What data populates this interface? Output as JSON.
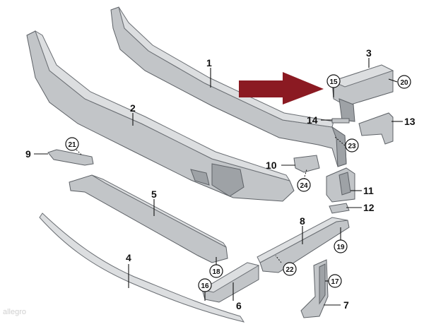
{
  "labels": {
    "l1": "1",
    "l2": "2",
    "l3": "3",
    "l4": "4",
    "l5": "5",
    "l6": "6",
    "l7": "7",
    "l8": "8",
    "l9": "9",
    "l10": "10",
    "l11": "11",
    "l12": "12",
    "l13": "13",
    "l14": "14",
    "c15": "15",
    "c16": "16",
    "c17": "17",
    "c18": "18",
    "c19": "19",
    "c20": "20",
    "c21": "21",
    "c22": "22",
    "c23": "23",
    "c24": "24"
  },
  "arrow_color": "#8b1a22",
  "watermark": "allegro"
}
